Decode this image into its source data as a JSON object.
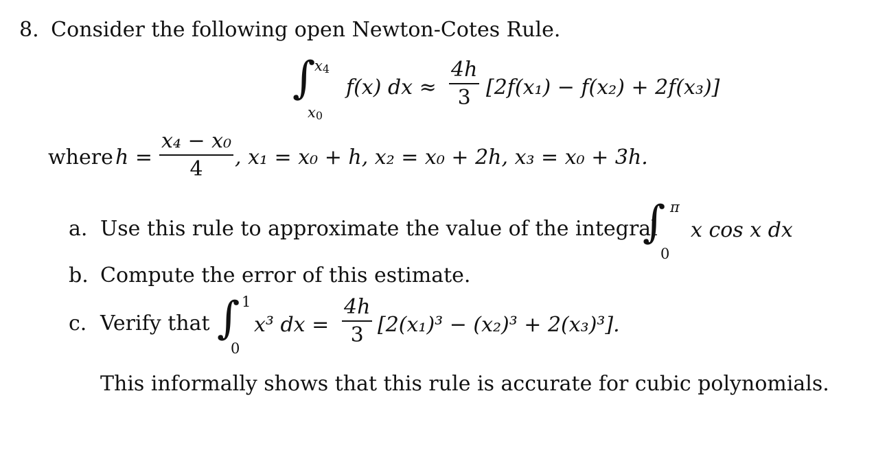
{
  "problem": {
    "number": "8.",
    "heading": "Consider the following open Newton-Cotes Rule."
  },
  "main_formula": {
    "int_sign": "∫",
    "upper": "x",
    "upper_sub": "4",
    "lower": "x",
    "lower_sub": "0",
    "integrand": "f(x) dx ≈",
    "coef_num": "4h",
    "coef_den": "3",
    "bracket": "[2f(x₁) − f(x₂) + 2f(x₃)]"
  },
  "where_line": {
    "prefix": "where",
    "h_eq": "h =",
    "frac_num": "x₄ − x₀",
    "frac_den": "4",
    "rest": ", x₁ = x₀ + h,  x₂ = x₀ + 2h,  x₃ = x₀ + 3h."
  },
  "part_a": {
    "label": "a.",
    "text": "Use this rule to approximate the value of the integral",
    "int_sign": "∫",
    "upper": "π",
    "lower": "0",
    "integrand": "x cos x dx"
  },
  "part_b": {
    "label": "b.",
    "text": "Compute the error of this estimate."
  },
  "part_c": {
    "label": "c.",
    "text": "Verify that",
    "int_sign": "∫",
    "upper": "1",
    "lower": "0",
    "integrand": "x³ dx =",
    "coef_num": "4h",
    "coef_den": "3",
    "bracket": "[2(x₁)³ − (x₂)³ + 2(x₃)³]."
  },
  "conclusion": "This informally shows that this rule is accurate for cubic polynomials."
}
